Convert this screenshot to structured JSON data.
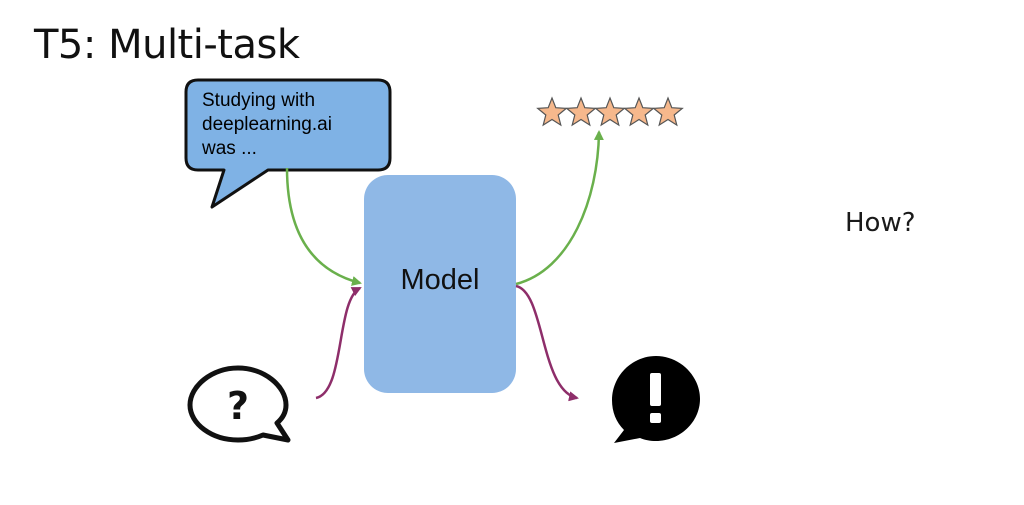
{
  "slide": {
    "title": "T5: Multi-task",
    "side_note": "How?"
  },
  "diagram": {
    "input_bubble": {
      "lines": [
        "Studying with",
        "deeplearning.ai",
        "was ..."
      ],
      "fill_color": "#7fb2e5"
    },
    "model": {
      "label": "Model",
      "fill_color": "#8fb8e6"
    },
    "outputs": {
      "rating": {
        "star_count": 5,
        "star_color": "#f6b88c",
        "icon": "star-icon"
      },
      "answer": {
        "icon": "exclamation-bubble-icon"
      }
    },
    "inputs": {
      "question": {
        "icon": "question-bubble-icon"
      }
    },
    "arrow_colors": {
      "sentiment_task": "#6ab04c",
      "qa_task": "#8e2e6a"
    }
  }
}
